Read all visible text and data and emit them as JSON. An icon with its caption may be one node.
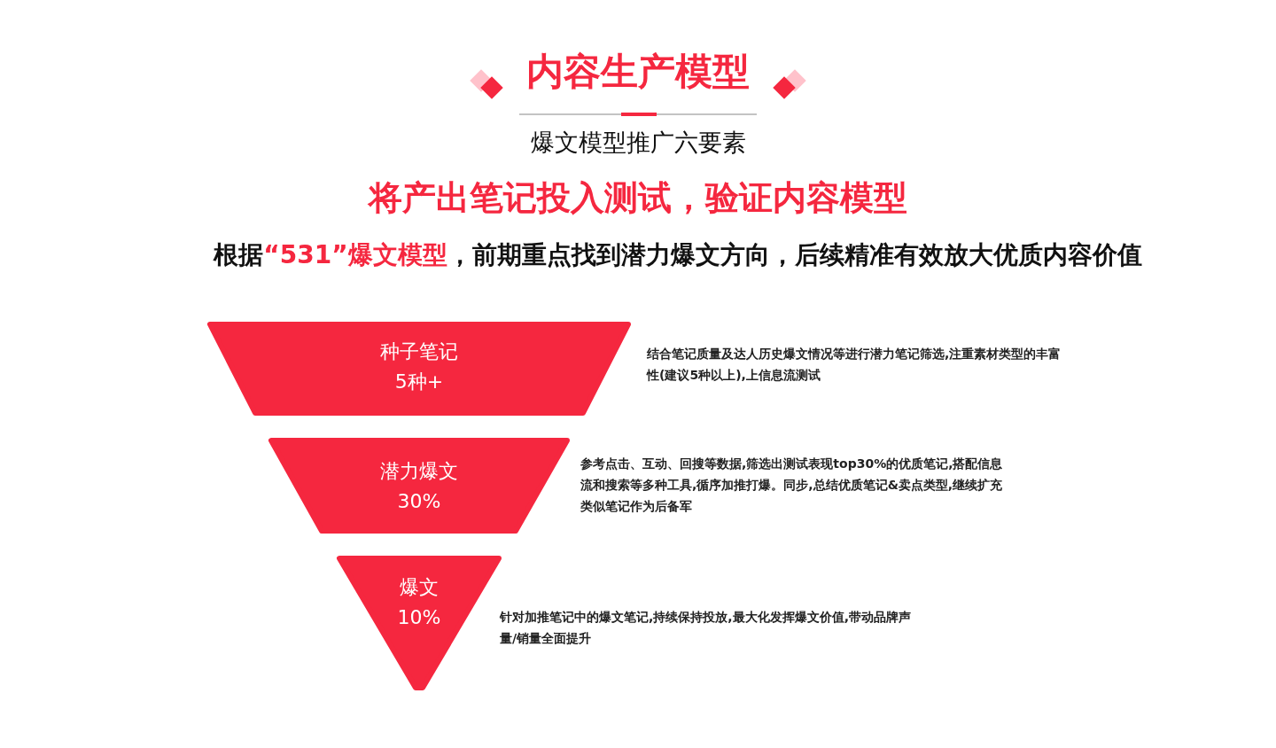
{
  "diagram": {
    "title": "内容生产模型",
    "nodes": [
      {
        "text": [
          "种子笔记",
          "5种+"
        ],
        "beside": [
          "结合笔记质量及达人历史爆文情况等进行潜力笔记筛选,注重素材类型的丰富性(建议5种以上),上信息流测试"
        ]
      },
      {
        "text": [
          "潜力爆文",
          "30%"
        ],
        "beside": [
          "参考点击、互动、回搜等数据,筛选出测试表现top30%的优质笔记,搭配信息流和搜索等多种工具,循序加推打爆。同步,总结优质笔记&卖点类型,继续扩充类似笔记作为后备军"
        ]
      },
      {
        "text": [
          "爆文",
          "10%"
        ],
        "beside": [
          "针对加推笔记中的爆文笔记,持续保持投放,最大化发挥爆文价值,带动品牌声量/销量全面提升"
        ]
      }
    ],
    "labels": [
      "爆文模型推广六要素",
      "将产出笔记投入测试，验证内容模型",
      "根据",
      "“531”爆文模型",
      "，前期重点找到潜力爆文方向，后续精准有效放大优质内容价值"
    ]
  }
}
